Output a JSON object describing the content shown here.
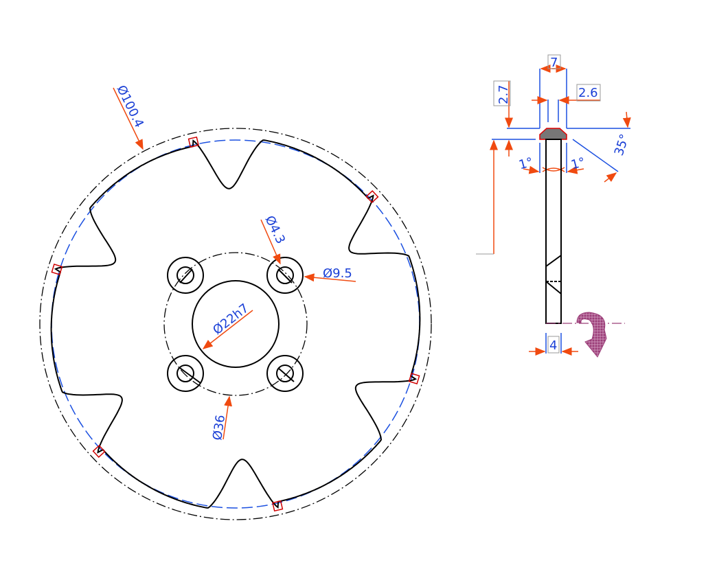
{
  "front_view": {
    "dims": {
      "outer_diameter": "Ø100.4",
      "small_hole": "Ø4.3",
      "counterbore": "Ø9.5",
      "bore": "Ø22h7",
      "bolt_circle": "Ø36"
    },
    "notch_count": 6,
    "bolt_hole_count": 4
  },
  "side_view": {
    "dims": {
      "width_top": "7",
      "height_top": "2.7",
      "tip_width": "2.6",
      "bevel_angle": "35°",
      "angle_left": "1°",
      "angle_right": "1°",
      "thickness": "4"
    }
  },
  "colors": {
    "dimension": "#1a3fd6",
    "arrow": "#f04a10",
    "marker": "#d00000",
    "rotation": "#9b3d78"
  }
}
